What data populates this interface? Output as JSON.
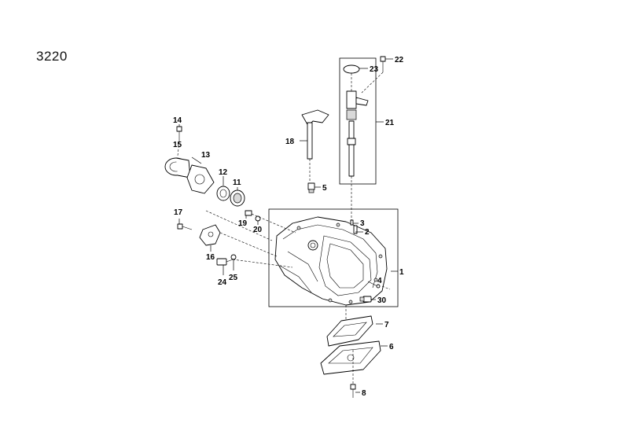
{
  "figure_number": "3220",
  "callouts": [
    "1",
    "2",
    "3",
    "4",
    "5",
    "6",
    "7",
    "8",
    "11",
    "12",
    "13",
    "14",
    "15",
    "16",
    "17",
    "18",
    "19",
    "20",
    "21",
    "22",
    "23",
    "24",
    "25",
    "30"
  ]
}
